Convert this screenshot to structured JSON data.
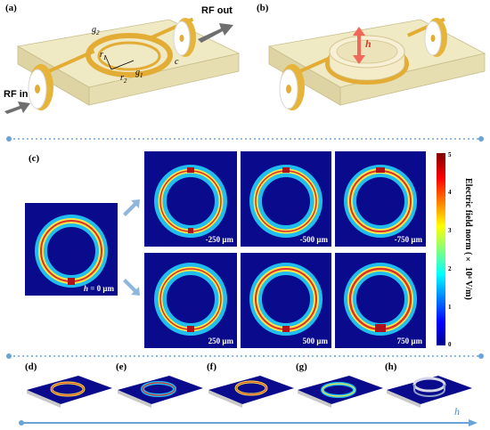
{
  "panels": {
    "a": "(a)",
    "b": "(b)",
    "c": "(c)",
    "d": "(d)",
    "e": "(e)",
    "f": "(f)",
    "g": "(g)",
    "h": "(h)"
  },
  "schematic_a": {
    "rf_in": "RF in",
    "rf_out": "RF out",
    "g2": "g",
    "g2_sub": "2",
    "r1": "r",
    "r1_sub": "1",
    "r2": "r",
    "r2_sub": "2",
    "g1": "g",
    "g1_sub": "1",
    "c": "c"
  },
  "schematic_b": {
    "h": "h"
  },
  "field_maps": {
    "base": {
      "var": "h",
      "text": " = 0 μm"
    },
    "top": [
      "-250 μm",
      "-500 μm",
      "-750 μm"
    ],
    "bottom": [
      "250 μm",
      "500 μm",
      "750 μm"
    ]
  },
  "colorbar": {
    "ticks": [
      "5",
      "4",
      "3",
      "2",
      "1",
      "0"
    ],
    "label": "Electric field norm (× 10⁴ V/m)"
  },
  "bottom_axis": {
    "label": "h"
  },
  "colors": {
    "accent": "#6aa3d8",
    "arrow_gray": "#6f6f6f",
    "substrate": "#efe9c4",
    "gold": "#e3ac35",
    "field_bg": "#0a0a8c"
  }
}
